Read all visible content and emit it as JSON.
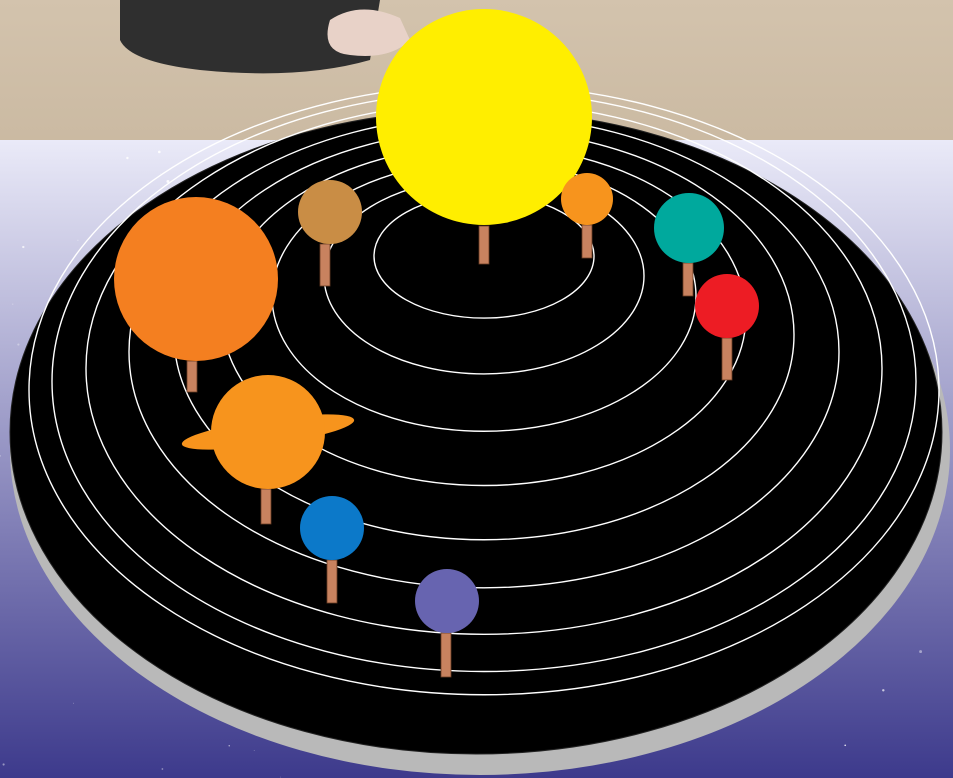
{
  "scene": {
    "subject": "solar-system-model",
    "colors": {
      "tabletop": "#d3c3ad",
      "sky_light": "#eaeaf8",
      "sky_dark": "#3d3a8c",
      "board_top": "#000000",
      "board_edge": "#b9b9b9",
      "orbit_line": "#ffffff",
      "stick": "#c8825f",
      "foam_ring": "#2f2f2f",
      "hand": "#e8d2c8"
    },
    "sun": {
      "name": "sun",
      "color": "#ffee00"
    },
    "planets": [
      {
        "name": "mercury",
        "color": "#f7941d"
      },
      {
        "name": "venus",
        "color": "#c98d45"
      },
      {
        "name": "earth",
        "color": "#00a99d"
      },
      {
        "name": "mars",
        "color": "#ed1c24"
      },
      {
        "name": "jupiter",
        "color": "#f47f20"
      },
      {
        "name": "saturn",
        "color": "#f7941d"
      },
      {
        "name": "uranus",
        "color": "#0c79c9"
      },
      {
        "name": "neptune",
        "color": "#6764b0"
      }
    ],
    "orbit_count": 9
  }
}
